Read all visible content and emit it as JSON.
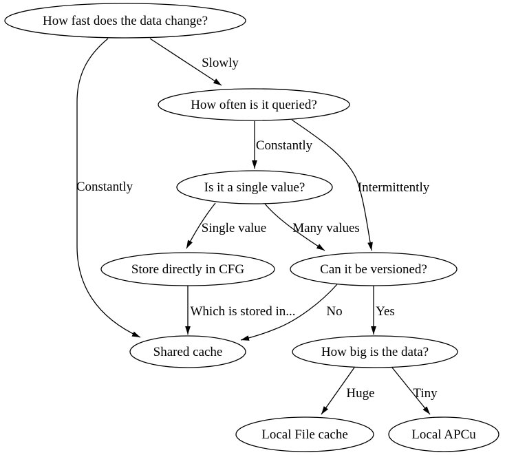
{
  "diagram": {
    "type": "decision-tree",
    "topic": "caching strategy decision flowchart",
    "background_color": "#ffffff",
    "line_color": "#000000",
    "text_color": "#000000",
    "nodes": [
      {
        "id": "how-fast",
        "label": "How fast does the data change?"
      },
      {
        "id": "how-often",
        "label": "How often is it queried?"
      },
      {
        "id": "single-value",
        "label": "Is it a single value?"
      },
      {
        "id": "store-cfg",
        "label": "Store directly in CFG"
      },
      {
        "id": "versioned",
        "label": "Can it be versioned?"
      },
      {
        "id": "shared-cache",
        "label": "Shared cache"
      },
      {
        "id": "how-big",
        "label": "How big is the data?"
      },
      {
        "id": "local-file",
        "label": "Local File cache"
      },
      {
        "id": "local-apcu",
        "label": "Local APCu"
      }
    ],
    "edges": [
      {
        "from": "how-fast",
        "to": "how-often",
        "label": "Slowly"
      },
      {
        "from": "how-fast",
        "to": "shared-cache",
        "label": "Constantly"
      },
      {
        "from": "how-often",
        "to": "single-value",
        "label": "Constantly"
      },
      {
        "from": "how-often",
        "to": "versioned",
        "label": "Intermittently"
      },
      {
        "from": "single-value",
        "to": "store-cfg",
        "label": "Single value"
      },
      {
        "from": "single-value",
        "to": "versioned",
        "label": "Many values"
      },
      {
        "from": "store-cfg",
        "to": "shared-cache",
        "label": "Which is stored in..."
      },
      {
        "from": "versioned",
        "to": "shared-cache",
        "label": "No"
      },
      {
        "from": "versioned",
        "to": "how-big",
        "label": "Yes"
      },
      {
        "from": "how-big",
        "to": "local-file",
        "label": "Huge"
      },
      {
        "from": "how-big",
        "to": "local-apcu",
        "label": "Tiny"
      }
    ]
  }
}
